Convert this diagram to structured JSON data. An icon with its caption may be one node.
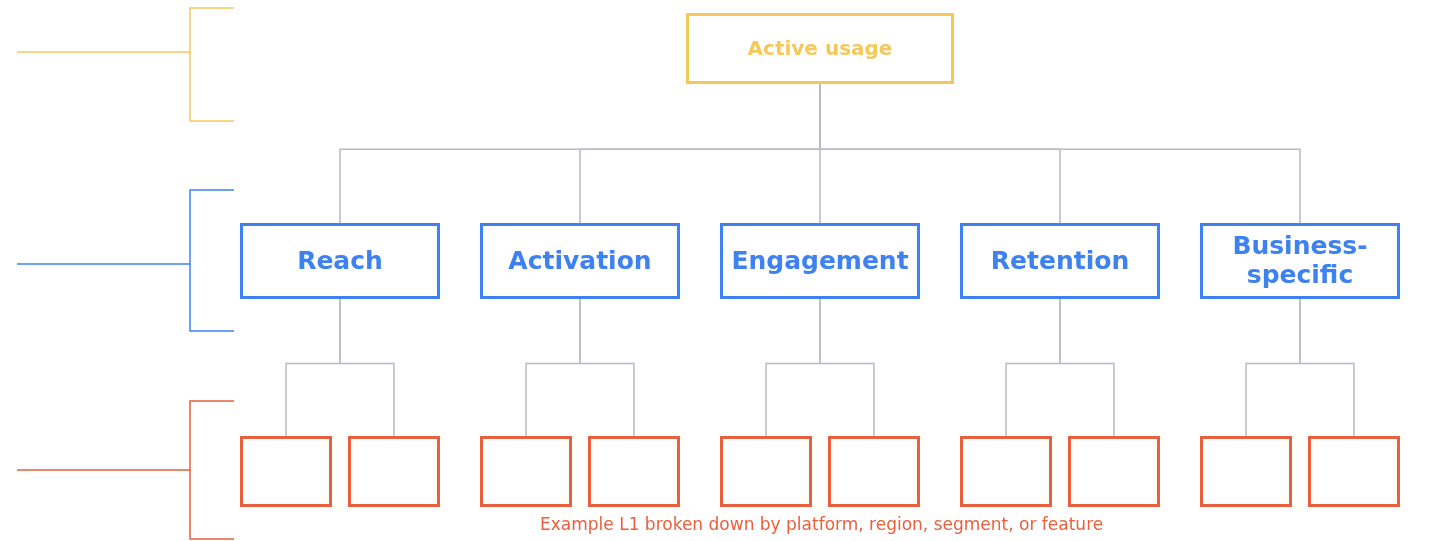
{
  "diagram": {
    "nodes": [
      {
        "text": [
          "Active usage"
        ]
      },
      {
        "text": [
          "Reach"
        ]
      },
      {
        "text": [
          "Activation"
        ]
      },
      {
        "text": [
          "Engagement"
        ]
      },
      {
        "text": [
          "Retention"
        ]
      },
      {
        "text": [
          "Business-specific"
        ]
      },
      {
        "text": [],
        "shape": "box"
      },
      {
        "text": [],
        "shape": "box"
      },
      {
        "text": [],
        "shape": "box"
      },
      {
        "text": [],
        "shape": "box"
      },
      {
        "text": [],
        "shape": "box"
      },
      {
        "text": [],
        "shape": "box"
      },
      {
        "text": [],
        "shape": "box"
      },
      {
        "text": [],
        "shape": "box"
      },
      {
        "text": [],
        "shape": "box"
      },
      {
        "text": [],
        "shape": "box"
      }
    ],
    "edges": [
      {
        "from": 0,
        "to": 1,
        "arrow": "none"
      },
      {
        "from": 0,
        "to": 2,
        "arrow": "none"
      },
      {
        "from": 0,
        "to": 3,
        "arrow": "none"
      },
      {
        "from": 0,
        "to": 4,
        "arrow": "none"
      },
      {
        "from": 0,
        "to": 5,
        "arrow": "none"
      },
      {
        "from": 1,
        "to": 6,
        "arrow": "none"
      },
      {
        "from": 1,
        "to": 7,
        "arrow": "none"
      },
      {
        "from": 2,
        "to": 8,
        "arrow": "none"
      },
      {
        "from": 2,
        "to": 9,
        "arrow": "none"
      },
      {
        "from": 3,
        "to": 10,
        "arrow": "none"
      },
      {
        "from": 3,
        "to": 11,
        "arrow": "none"
      },
      {
        "from": 4,
        "to": 12,
        "arrow": "none"
      },
      {
        "from": 4,
        "to": 13,
        "arrow": "none"
      },
      {
        "from": 5,
        "to": 14,
        "arrow": "none"
      },
      {
        "from": 5,
        "to": 15,
        "arrow": "none"
      }
    ],
    "labels": [
      "Example L1 broken down by platform, region, segment, or feature"
    ]
  }
}
